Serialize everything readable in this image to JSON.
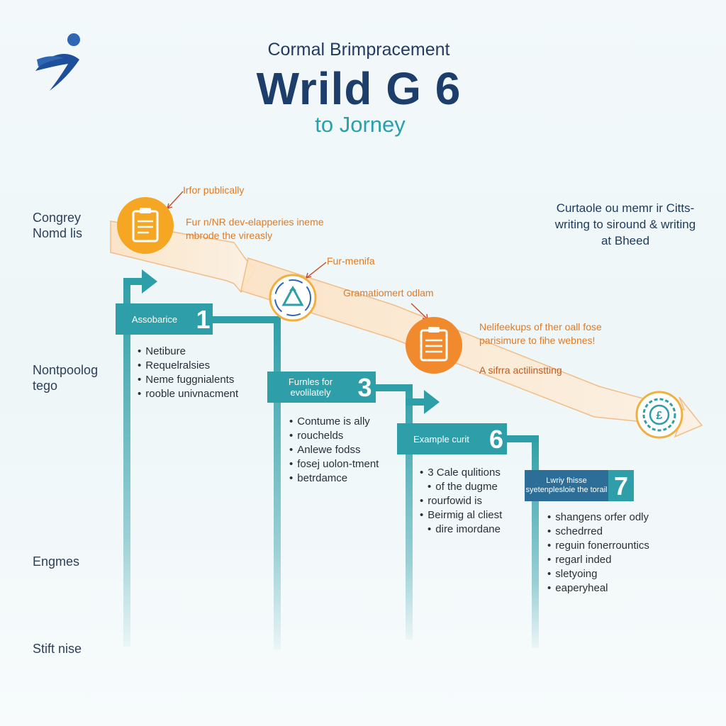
{
  "header": {
    "subtitle": "Cormal Brimpracement",
    "title": "Wrild G 6",
    "tagline": "to Jorney"
  },
  "side_labels": [
    "Congrey Nomd lis",
    "Nontpoolog tego",
    "Engmes",
    "Stift nise"
  ],
  "annotations": {
    "a1": "Irfor publically",
    "a2": "Fur n/NR dev-elapperies ineme mbrode the vireasly",
    "a3": "Fur-menifa",
    "a4": "Gramatiomert odlam",
    "a5": "Nelifeekups of ther oall fose parisimure to fihe webnes!",
    "a6": "A sifrra actilinstting",
    "right_note": "Curtaole ou memr ir Citts-writing to siround & writing at Bheed"
  },
  "steps": [
    {
      "label": "Assobarice",
      "number": "1",
      "items": [
        "Netibure",
        "Requelralsies",
        "Neme fuggnialents",
        "rooble univnacment"
      ]
    },
    {
      "label": "Furnles for evolilately",
      "number": "3",
      "items": [
        "Contume is ally",
        "rouchelds",
        "Anlewe fodss",
        "fosej uolon-tment",
        "betrdamce"
      ]
    },
    {
      "label": "Example curit",
      "number": "6",
      "items": [
        "3 Cale qulitions",
        "of the dugme",
        "rourfowid is",
        "Beirmig al cliest",
        "dire imordane"
      ]
    },
    {
      "label": "Lwriy fhisse syetenplesloie the torail",
      "number": "7",
      "items": [
        "shangens orfer odly",
        "schedrred",
        "reguin fonerrountics",
        "regarl inded",
        "sletyoing",
        "eaperyheal"
      ]
    }
  ],
  "colors": {
    "teal": "#2e9ea8",
    "navy": "#1d3e6b",
    "orange": "#f08a2c",
    "amber": "#f5a623",
    "arrow_fill": "#fde9d2",
    "step7_box": "#2d6e98"
  },
  "icons": [
    "runner-logo-icon",
    "clipboard-icon",
    "recycle-arrows-icon",
    "checklist-icon",
    "currency-gear-icon"
  ]
}
